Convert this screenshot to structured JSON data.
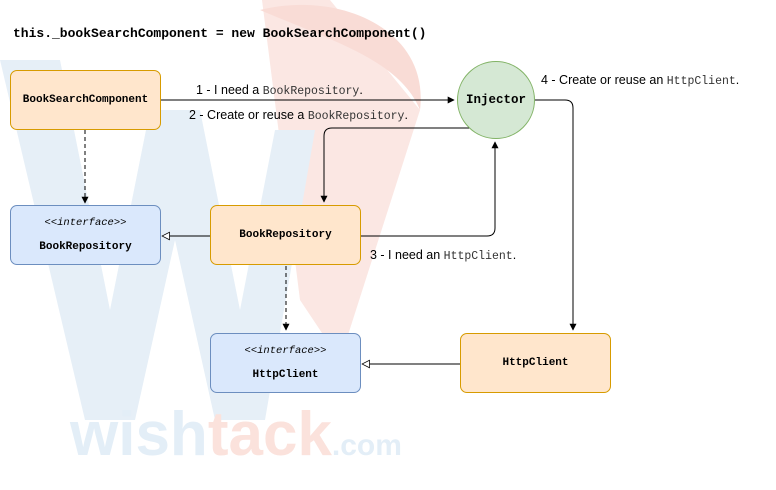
{
  "code_line": "this._bookSearchComponent = new BookSearchComponent()",
  "watermark": {
    "brand_part1": "wish",
    "brand_part2": "tack",
    "brand_part3": ".com"
  },
  "nodes": {
    "book_search_component": {
      "label": "BookSearchComponent"
    },
    "book_repository_interface": {
      "stereotype": "<<interface>>",
      "label": "BookRepository"
    },
    "book_repository": {
      "label": "BookRepository"
    },
    "injector": {
      "label": "Injector"
    },
    "httpclient_interface": {
      "stereotype": "<<interface>>",
      "label": "HttpClient"
    },
    "httpclient": {
      "label": "HttpClient"
    }
  },
  "edge_labels": {
    "step1": {
      "text": "1 - I need a ",
      "code": "BookRepository",
      "suffix": "."
    },
    "step2": {
      "text": "2 - Create or reuse a ",
      "code": "BookRepository",
      "suffix": "."
    },
    "step3": {
      "text": "3 - I need an ",
      "code": "HttpClient",
      "suffix": "."
    },
    "step4": {
      "text": "4 - Create or reuse an ",
      "code": "HttpClient",
      "suffix": "."
    }
  },
  "colors": {
    "orange_fill": "#ffe6cc",
    "orange_stroke": "#d79b00",
    "blue_fill": "#dae8fc",
    "blue_stroke": "#6c8ebf",
    "green_fill": "#d5e8d4",
    "green_stroke": "#82b366",
    "watermark_blue": "#cfe0ee",
    "watermark_red": "#f6d6d0"
  }
}
